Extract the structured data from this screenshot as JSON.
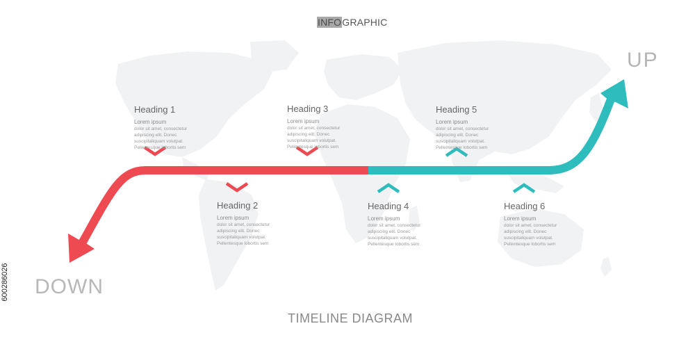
{
  "header": {
    "title_highlight": "INFO",
    "title_rest": "GRAPHIC"
  },
  "footer": {
    "title": "TIMELINE DIAGRAM"
  },
  "directions": {
    "up": "UP",
    "down": "DOWN"
  },
  "colors": {
    "down_arrow": "#ee4a52",
    "up_arrow": "#2fbcbd",
    "map": "#f1f2f4"
  },
  "side_id": "600286026",
  "headings": [
    {
      "title": "Heading 1",
      "sub": "Lorem ipsum",
      "lines": [
        "dolor sit amet, consectetur",
        "adipiscing elit. Donec",
        "suscipitaliquam volutpat.",
        "Pellentesque lobortis sem"
      ]
    },
    {
      "title": "Heading 2",
      "sub": "Lorem ipsum",
      "lines": [
        "dolor sit amet, consectetur",
        "adipiscing elit. Donec",
        "suscipitaliquam volutpat.",
        "Pellentesque lobortis sem"
      ]
    },
    {
      "title": "Heading 3",
      "sub": "Lorem ipsum",
      "lines": [
        "dolor sit amet, consectetur",
        "adipiscing elit. Donec",
        "suscipitaliquam volutpat.",
        "Pellentesque lobortis sem"
      ]
    },
    {
      "title": "Heading 4",
      "sub": "Lorem ipsum",
      "lines": [
        "dolor sit amet, consectetur",
        "adipiscing elit. Donec",
        "suscipitaliquam volutpat.",
        "Pellentesque lobortis sem"
      ]
    },
    {
      "title": "Heading 5",
      "sub": "Lorem ipsum",
      "lines": [
        "dolor sit amet, consectetur",
        "adipiscing elit. Donec",
        "suscipitaliquam volutpat.",
        "Pellentesque lobortis sem"
      ]
    },
    {
      "title": "Heading 6",
      "sub": "Lorem ipsum",
      "lines": [
        "dolor sit amet, consectetur",
        "adipiscing elit. Donec",
        "suscipitaliquam volutpat.",
        "Pellentesque lobortis sem"
      ]
    }
  ]
}
